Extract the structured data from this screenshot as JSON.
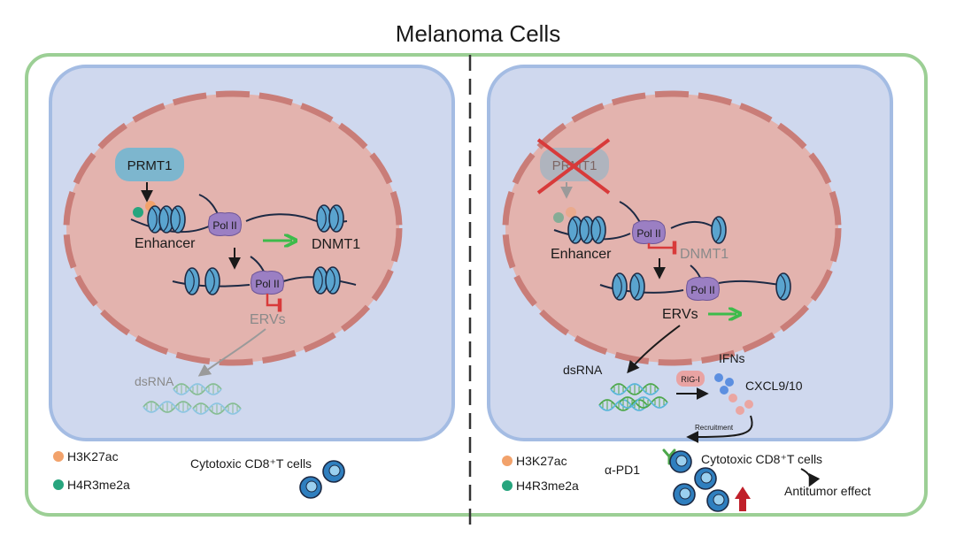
{
  "title": "Melanoma Cells",
  "left_panel": {
    "prmt1": "PRMT1",
    "enhancer": "Enhancer",
    "pol_ii_top": "Pol II",
    "pol_ii_bottom": "Pol II",
    "dnmt1": "DNMT1",
    "ervs": "ERVs",
    "dsrna": "dsRNA",
    "cd8_cells": "Cytotoxic CD8⁺T cells"
  },
  "right_panel": {
    "prmt1": "PRMT1",
    "enhancer": "Enhancer",
    "pol_ii_top": "Pol II",
    "pol_ii_bottom": "Pol II",
    "dnmt1": "DNMT1",
    "ervs": "ERVs",
    "dsrna": "dsRNA",
    "rig_i": "RIG-I",
    "ifns": "IFNs",
    "cxcl": "CXCL9/10",
    "recruitment": "Recruitment",
    "apd1": "α-PD1",
    "cd8_cells": "Cytotoxic CD8⁺T cells",
    "antitumor": "Antitumor effect"
  },
  "legend": {
    "h3k27ac": "H3K27ac",
    "h4r3me2a": "H4R3me2a"
  },
  "colors": {
    "outer_border": "#9ccf95",
    "cell_fill": "#cfd8ee",
    "cell_border": "#a4bce3",
    "nucleus_fill": "#e3b3ae",
    "nuclear_envelope": "#c97d78",
    "prmt1": "#7db6ce",
    "pol_ii": "#9b7fc3",
    "nucleosome": "#5aa4cf",
    "arrow_green": "#3dbb4b",
    "inhibit_red": "#d83a3a",
    "h3k27ac_dot": "#f2a26b",
    "h4r3me2a_dot": "#27a57e",
    "tcell": "#2f7fbf",
    "up_arrow": "#c0202a"
  }
}
